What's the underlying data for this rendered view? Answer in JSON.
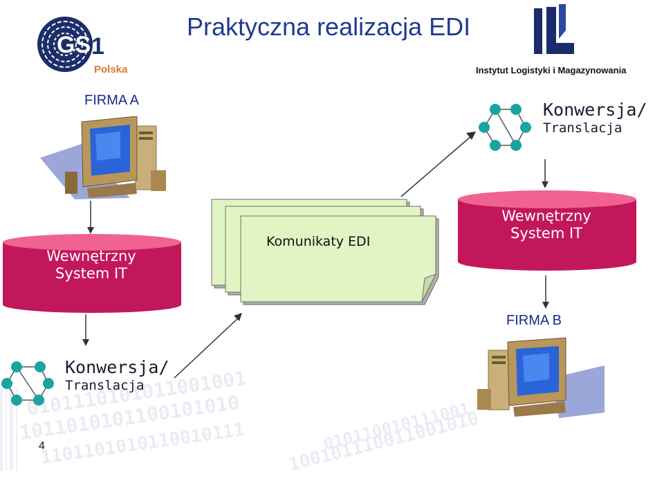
{
  "title": "Praktyczna realizacja EDI",
  "logo_left": {
    "brand": "GS1",
    "subtitle": "Polska",
    "icon": "gs1-logo-icon"
  },
  "logo_right": {
    "brand": "ILiM",
    "institute": "Instytut Logistyki i Magazynowania",
    "icon": "ilim-logo-icon"
  },
  "firma_a": {
    "label": "FIRMA A",
    "icon": "computer-icon"
  },
  "firma_b": {
    "label": "FIRMA B",
    "icon": "computer-icon"
  },
  "system_left": {
    "line1": "Wewnętrzny",
    "line2": "System IT"
  },
  "system_right": {
    "line1": "Wewnętrzny",
    "line2": "System IT"
  },
  "conversion_top": {
    "line1": "Konwersja/",
    "line2": "Translacja",
    "icon": "network-nodes-icon"
  },
  "conversion_bottom": {
    "line1": "Konwersja/",
    "line2": "Translacja",
    "icon": "network-nodes-icon"
  },
  "messages": {
    "label": "Komunikaty EDI"
  },
  "page_number": "4",
  "colors": {
    "title": "#1f3a93",
    "cylinder": "#c2185b",
    "cylinder_top": "#f06292",
    "document": "#e1f5c4",
    "node": "#1aa3a3"
  }
}
